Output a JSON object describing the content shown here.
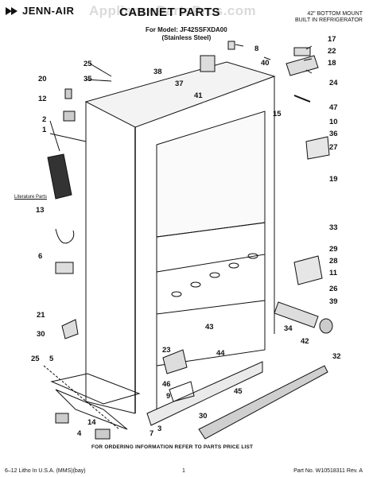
{
  "header": {
    "brand": "JENN-AIR",
    "watermark": "AppliancePartsPros.com",
    "title": "CABINET PARTS",
    "model_line1": "For Model: JF42SSFXDA00",
    "model_line2": "(Stainless Steel)",
    "product_line1": "42\" BOTTOM MOUNT",
    "product_line2": "BUILT IN REFRIGERATOR"
  },
  "diagram": {
    "literature_label": "Literature Parts",
    "callouts": [
      "17",
      "8",
      "22",
      "18",
      "40",
      "38",
      "37",
      "41",
      "25",
      "35",
      "20",
      "12",
      "2",
      "1",
      "24",
      "15",
      "47",
      "10",
      "36",
      "27",
      "19",
      "13",
      "6",
      "33",
      "29",
      "28",
      "11",
      "26",
      "39",
      "21",
      "30",
      "43",
      "34",
      "42",
      "32",
      "23",
      "44",
      "25",
      "5",
      "46",
      "45",
      "9",
      "30",
      "14",
      "3",
      "7",
      "4"
    ]
  },
  "footer": {
    "ordering_info": "FOR ORDERING INFORMATION REFER TO PARTS PRICE LIST",
    "litho": "6–12 Litho In U.S.A. (MMS)(bay)",
    "page": "1",
    "part_no": "Part No. W10518311 Rev. A"
  }
}
